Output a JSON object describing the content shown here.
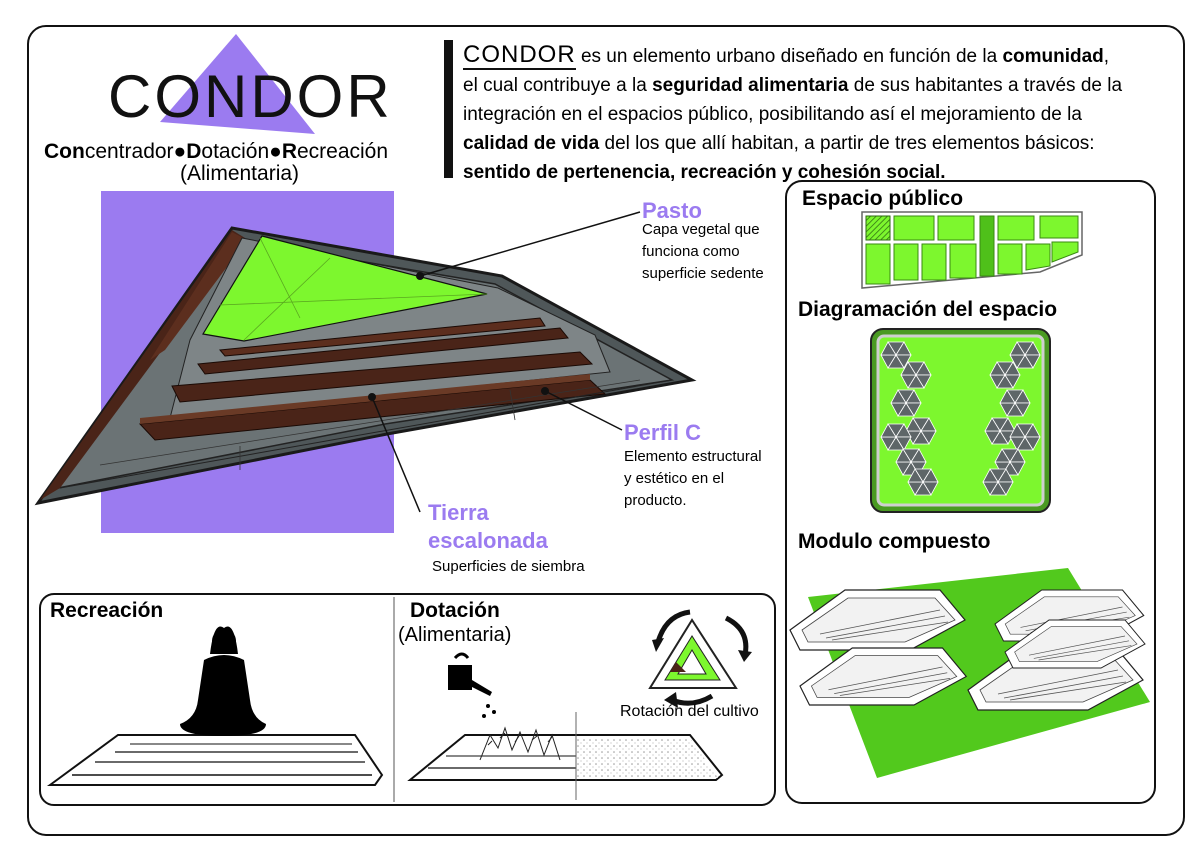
{
  "brand": {
    "logo": "CONDOR",
    "subtitle_line1_parts": [
      "Con",
      "centrador",
      "D",
      "otación",
      "R",
      "ecreación"
    ],
    "subtitle_line2": "(Alimentaria)"
  },
  "intro": {
    "logo_word": "CONDOR",
    "line1_a": " es un elemento urbano diseñado en función de la ",
    "line1_b": "comunidad",
    "line1_c": ",",
    "line2_a": "el cual contribuye a la ",
    "line2_b": "seguridad alimentaria",
    "line2_c": " de sus habitantes a través de la",
    "line3": "integración en el espacios público, posibilitando así el mejoramiento de la",
    "line4_a": "calidad de vida",
    "line4_b": " del los  que allí habitan, a partir  de tres elementos básicos:",
    "line5": "sentido de pertenencia, recreación y cohesión social."
  },
  "callouts": {
    "pasto": {
      "title": "Pasto",
      "lines": [
        "Capa vegetal que",
        "funciona como",
        "superficie sedente"
      ]
    },
    "perfil": {
      "title": "Perfil C",
      "lines": [
        "Elemento estructural",
        "y estético en el",
        "producto."
      ]
    },
    "tierra": {
      "title1": "Tierra",
      "title2": "escalonada",
      "desc": "Superficies de siembra"
    }
  },
  "bottom": {
    "recreacion": "Recreación",
    "dotacion": "Dotación",
    "dotacion_sub": "(Alimentaria)",
    "rotacion": "Rotación del cultivo"
  },
  "right": {
    "espacio": "Espacio público",
    "diagramacion": "Diagramación del espacio",
    "modulo": "Modulo compuesto"
  },
  "colors": {
    "purple": "#9b7bf0",
    "green": "#7df72e",
    "brown": "#4a2418",
    "gray": "#5e6668"
  }
}
